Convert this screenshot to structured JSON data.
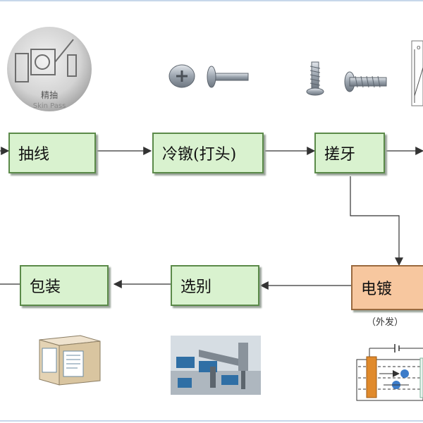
{
  "steps": {
    "drawing": "抽线",
    "cold_heading": "冷镦(打头)",
    "thread_rolling": "搓牙",
    "plating": "电镀",
    "sorting": "选别",
    "packing": "包装"
  },
  "plating_note": "（外发）",
  "badge": {
    "line1": "精抽",
    "line2": "Skin Pass"
  },
  "colors": {
    "box_fill": "#d9f2cf",
    "box_border": "#5b8a49",
    "plating_fill": "#f7c79f",
    "arrow": "#333333"
  }
}
